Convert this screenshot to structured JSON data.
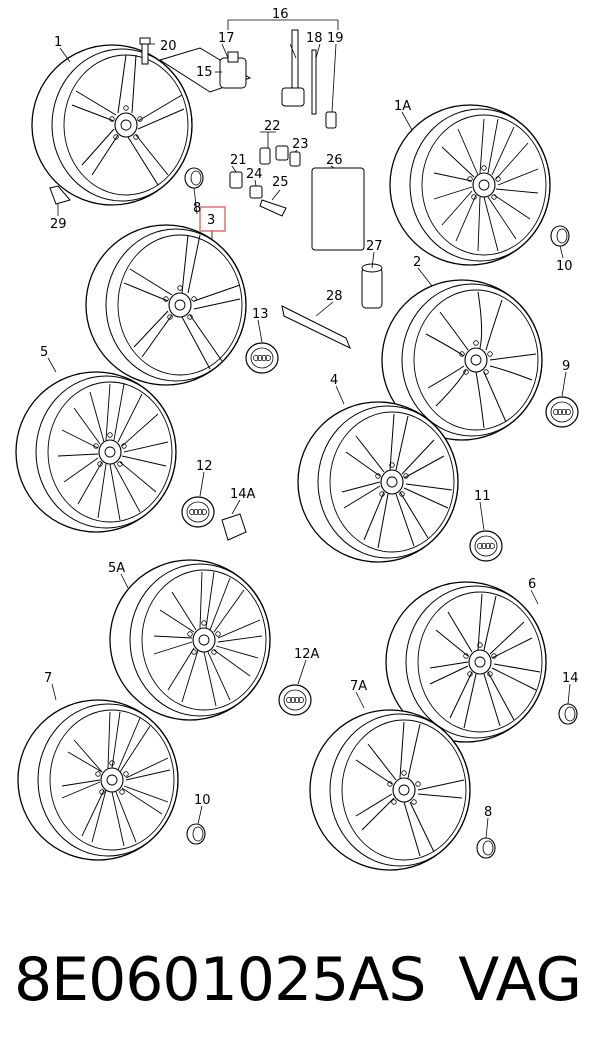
{
  "footer": {
    "part_number": "8E0601025AS",
    "brand": "VAG"
  },
  "highlight_color": "#e0706e",
  "callouts": {
    "c1": "1",
    "c1A": "1A",
    "c2": "2",
    "c3": "3",
    "c4": "4",
    "c5": "5",
    "c5A": "5A",
    "c6": "6",
    "c7": "7",
    "c7A": "7A",
    "c8a": "8",
    "c8b": "8",
    "c9": "9",
    "c10a": "10",
    "c10b": "10",
    "c11": "11",
    "c12": "12",
    "c12A": "12A",
    "c13": "13",
    "c14": "14",
    "c14A": "14A",
    "c15": "15",
    "c16": "16",
    "c17": "17",
    "c18": "18",
    "c19": "19",
    "c20": "20",
    "c21": "21",
    "c22": "22",
    "c23": "23",
    "c24": "24",
    "c25": "25",
    "c26": "26",
    "c27": "27",
    "c28": "28",
    "c29": "29"
  }
}
